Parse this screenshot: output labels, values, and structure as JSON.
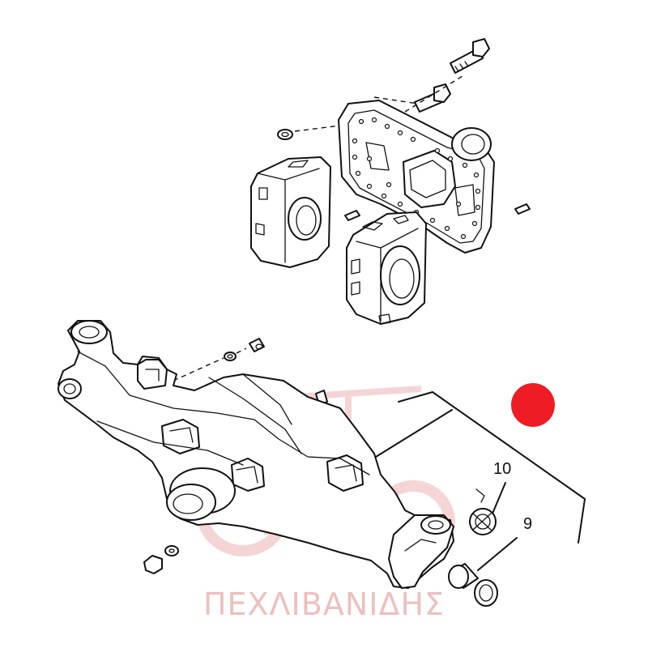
{
  "diagram": {
    "callouts": [
      {
        "id": "callout-10",
        "label": "10"
      },
      {
        "id": "callout-9",
        "label": "9"
      }
    ],
    "marker_color": "#ee1c25",
    "watermark": {
      "text": "ΠΕΧΛΙΒΑΝΙΔΗΣ",
      "color": "#e8aaaa"
    }
  }
}
